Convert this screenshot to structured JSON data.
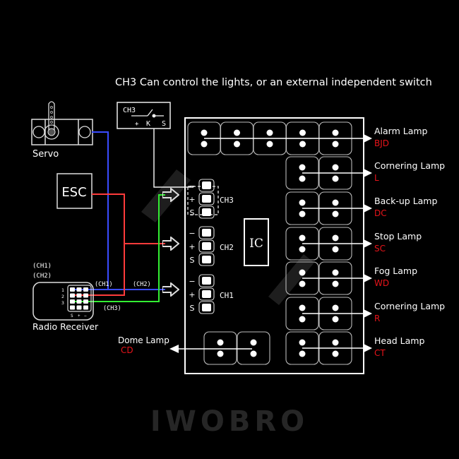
{
  "title": "CH3 Can control the lights, or an external independent switch",
  "watermark": "IWOBRO",
  "switch_box": {
    "channel": "CH3",
    "pins": [
      "+",
      "K",
      "S"
    ]
  },
  "servo": {
    "label": "Servo"
  },
  "esc": {
    "label": "ESC"
  },
  "receiver": {
    "label": "Radio Receiver",
    "side_labels": [
      "(CH1)",
      "(CH2)"
    ],
    "row_numbers": [
      "1",
      "2",
      "3"
    ],
    "col_labels": [
      "S",
      "+",
      "−"
    ],
    "wire_labels": {
      "ch1": "(CH1)",
      "ch2": "(CH2)",
      "ch3": "(CH3)"
    }
  },
  "wires": {
    "ch1_color": "#3a4cff",
    "ch2_color": "#ff3b3b",
    "ch3_color": "#33ee33"
  },
  "board": {
    "ic_label": "IC",
    "channels": [
      {
        "name": "CH3",
        "pins": [
          "−",
          "+",
          "S"
        ]
      },
      {
        "name": "CH2",
        "pins": [
          "−",
          "+",
          "S"
        ]
      },
      {
        "name": "CH1",
        "pins": [
          "−",
          "+",
          "S"
        ]
      }
    ]
  },
  "lamps": [
    {
      "name": "Alarm Lamp",
      "code": "BJD"
    },
    {
      "name": "Cornering Lamp",
      "code": "L"
    },
    {
      "name": "Back-up Lamp",
      "code": "DC"
    },
    {
      "name": "Stop Lamp",
      "code": "SC"
    },
    {
      "name": "Fog Lamp",
      "code": "WD"
    },
    {
      "name": "Cornering Lamp",
      "code": "R"
    },
    {
      "name": "Head Lamp",
      "code": "CT"
    }
  ],
  "dome_lamp": {
    "name": "Dome Lamp",
    "code": "CD"
  },
  "colors": {
    "accent_red": "#e8141a",
    "line": "#ffffff",
    "background": "#000000"
  }
}
